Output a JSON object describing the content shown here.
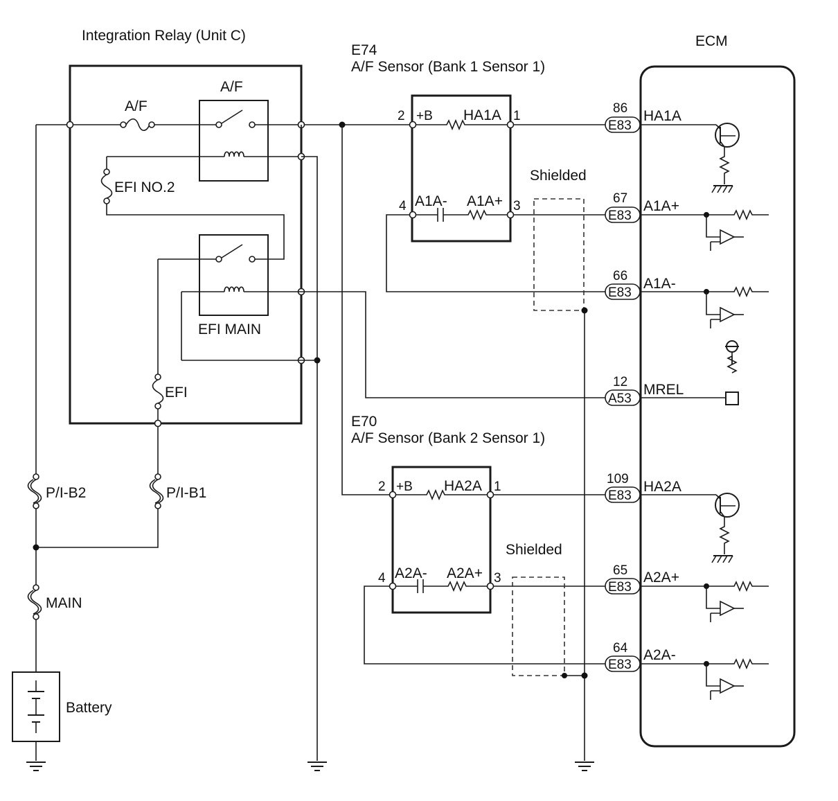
{
  "relay_box": {
    "title": "Integration Relay (Unit C)",
    "af_fuse": "A/F",
    "af_relay": "A/F",
    "efi_no2": "EFI NO.2",
    "efi_main": "EFI MAIN",
    "efi_fuse": "EFI"
  },
  "fuses": {
    "pib2": "P/I-B2",
    "pib1": "P/I-B1",
    "main": "MAIN"
  },
  "battery": "Battery",
  "sensor1": {
    "code": "E74",
    "name": "A/F Sensor (Bank 1 Sensor 1)",
    "plus_b": "+B",
    "heater": "HA1A",
    "neg": "A1A-",
    "pos": "A1A+",
    "pin_2": "2",
    "pin_1": "1",
    "pin_4": "4",
    "pin_3": "3"
  },
  "sensor2": {
    "code": "E70",
    "name": "A/F Sensor (Bank 2 Sensor 1)",
    "plus_b": "+B",
    "heater": "HA2A",
    "neg": "A2A-",
    "pos": "A2A+",
    "pin_2": "2",
    "pin_1": "1",
    "pin_4": "4",
    "pin_3": "3"
  },
  "shield_labels": [
    "Shielded",
    "Shielded"
  ],
  "ecm": {
    "title": "ECM",
    "terminals": [
      {
        "pin": "86",
        "connector": "E83",
        "signal": "HA1A"
      },
      {
        "pin": "67",
        "connector": "E83",
        "signal": "A1A+"
      },
      {
        "pin": "66",
        "connector": "E83",
        "signal": "A1A-"
      },
      {
        "pin": "12",
        "connector": "A53",
        "signal": "MREL"
      },
      {
        "pin": "109",
        "connector": "E83",
        "signal": "HA2A"
      },
      {
        "pin": "65",
        "connector": "E83",
        "signal": "A2A+"
      },
      {
        "pin": "64",
        "connector": "E83",
        "signal": "A2A-"
      }
    ]
  }
}
